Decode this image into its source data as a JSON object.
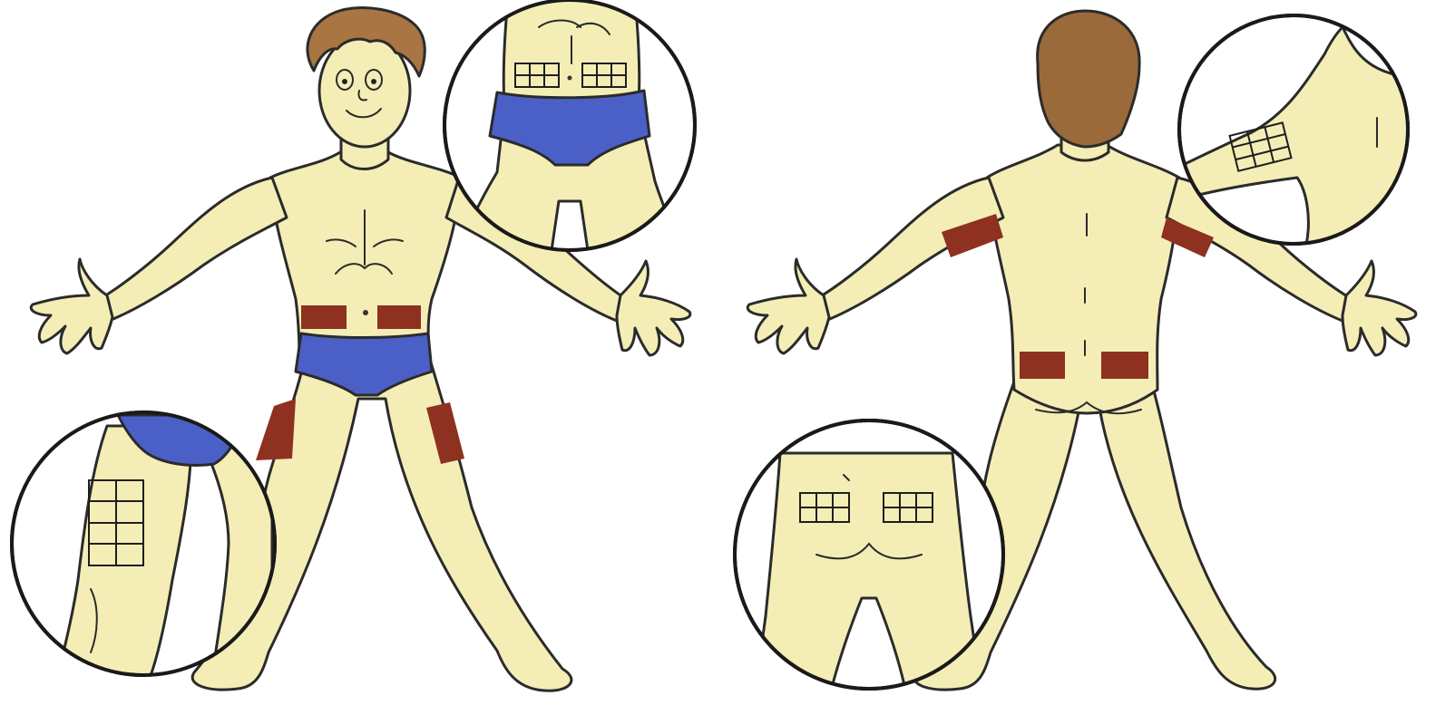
{
  "colors": {
    "skin": "#f4eeb6",
    "skin_shadow": "#e6dc98",
    "shorts": "#4b60c6",
    "injection_site": "#8e3120",
    "hair": "#a87543",
    "hair_back": "#9a6a3a",
    "outline": "#2b2b2b",
    "background": "#ffffff"
  },
  "figures": [
    {
      "view": "front",
      "injection_sites": [
        "abdomen-left",
        "abdomen-right",
        "thigh-left",
        "thigh-right"
      ]
    },
    {
      "view": "back",
      "injection_sites": [
        "upper-arm-left",
        "upper-arm-right",
        "buttock-left",
        "buttock-right"
      ]
    }
  ],
  "insets": [
    {
      "view": "abdomen",
      "grid_rows": 2,
      "grid_cols": 3,
      "grid_count": 2
    },
    {
      "view": "thigh",
      "grid_rows": 4,
      "grid_cols": 2,
      "grid_count": 1
    },
    {
      "view": "upper-arm",
      "grid_rows": 3,
      "grid_cols": 3,
      "grid_count": 1
    },
    {
      "view": "buttocks",
      "grid_rows": 2,
      "grid_cols": 3,
      "grid_count": 2
    }
  ]
}
